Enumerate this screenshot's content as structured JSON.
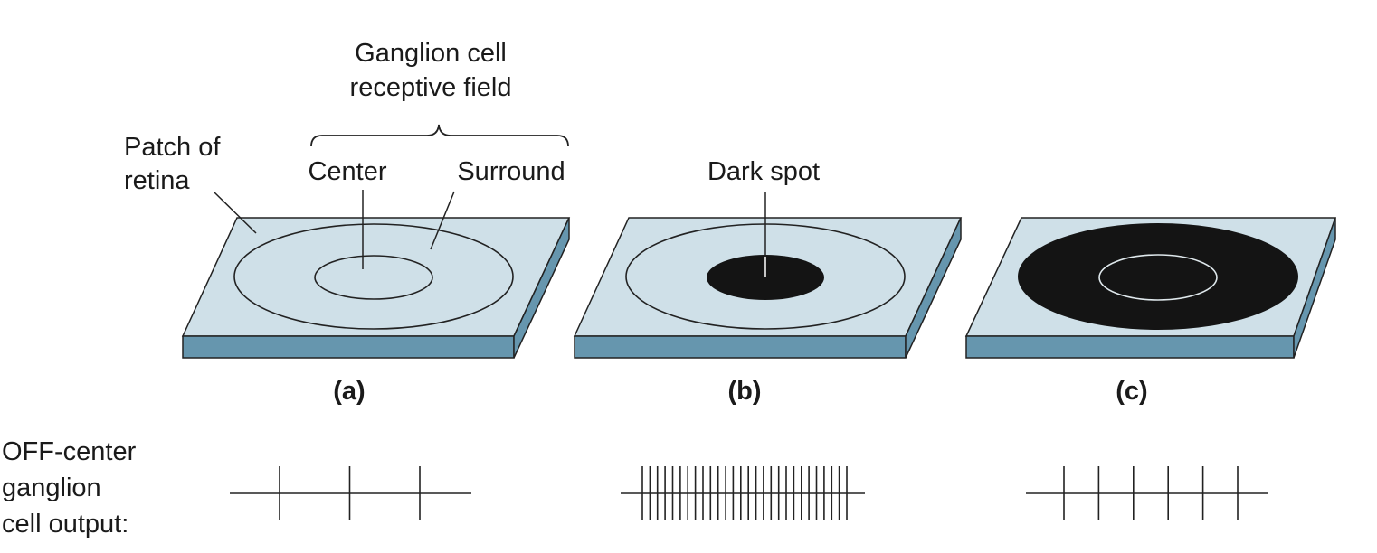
{
  "labels": {
    "receptive_field_line1": "Ganglion cell",
    "receptive_field_line2": "receptive field",
    "patch_line1": "Patch of",
    "patch_line2": "retina",
    "center": "Center",
    "surround": "Surround",
    "dark_spot": "Dark spot",
    "panel_a": "(a)",
    "panel_b": "(b)",
    "panel_c": "(c)",
    "output_line1": "OFF-center",
    "output_line2": "ganglion",
    "output_line3": "cell output:"
  },
  "colors": {
    "retina_top": "#cfe0e8",
    "retina_side": "#6696ae",
    "dark": "#141414",
    "outline": "#222222"
  },
  "spike_counts": {
    "a": 3,
    "b": 28,
    "c": 6
  }
}
